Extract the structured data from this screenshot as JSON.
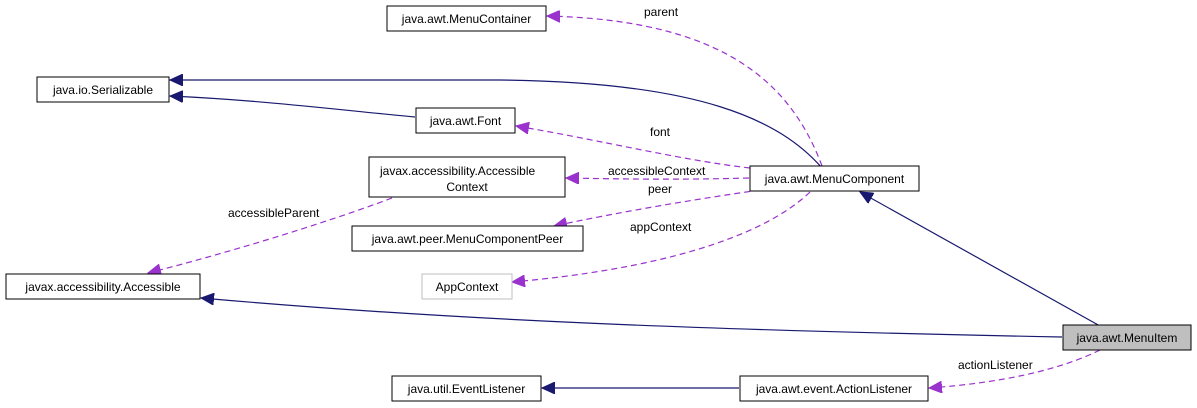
{
  "nodes": {
    "menuitem": "java.awt.MenuItem",
    "menucomponent": "java.awt.MenuComponent",
    "serializable": "java.io.Serializable",
    "menucontainer": "java.awt.MenuContainer",
    "font": "java.awt.Font",
    "accessiblecontext_1": "javax.accessibility.Accessible",
    "accessiblecontext_2": "Context",
    "peer": "java.awt.peer.MenuComponentPeer",
    "appcontext": "AppContext",
    "accessible": "javax.accessibility.Accessible",
    "eventlistener": "java.util.EventListener",
    "actionlistener": "java.awt.event.ActionListener"
  },
  "labels": {
    "parent": "parent",
    "font": "font",
    "accessibleContext": "accessibleContext",
    "peer": "peer",
    "appContext": "appContext",
    "accessibleParent": "accessibleParent",
    "actionListener": "actionListener"
  }
}
